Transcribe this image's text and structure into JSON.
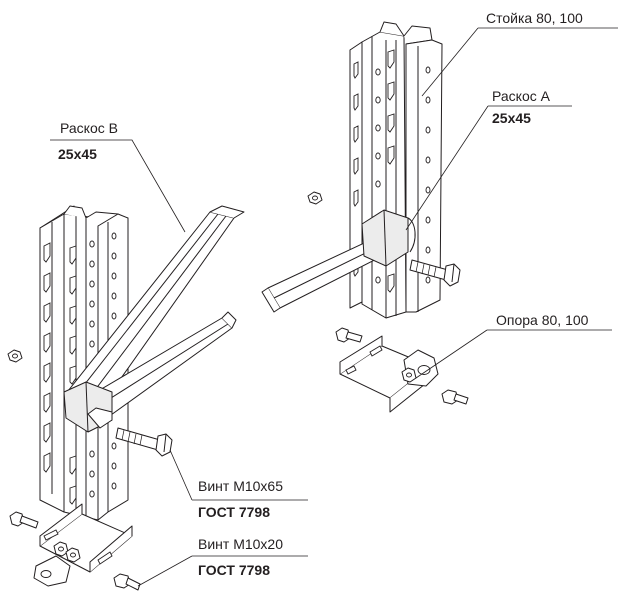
{
  "labels": {
    "post": {
      "name": "Стойка 80, 100"
    },
    "brace_a": {
      "name": "Раскос А",
      "size": "25x45"
    },
    "brace_b": {
      "name": "Раскос В",
      "size": "25x45"
    },
    "base_plate": {
      "name": "Опора 80, 100"
    },
    "bolt_long": {
      "name": "Винт М10х65",
      "standard": "ГОСТ 7798"
    },
    "bolt_short": {
      "name": "Винт М10х20",
      "standard": "ГОСТ 7798"
    }
  }
}
